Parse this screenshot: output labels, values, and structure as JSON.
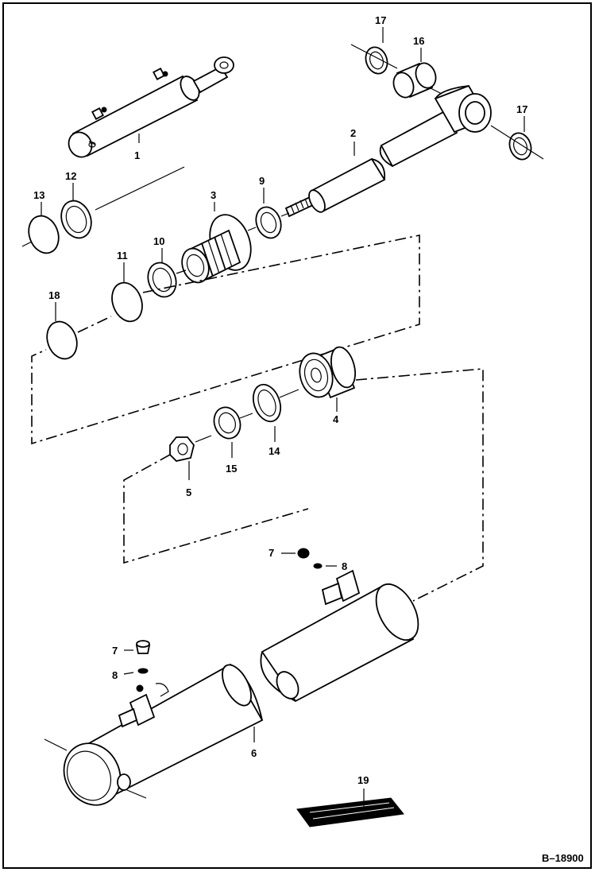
{
  "figure": {
    "reference": "B–18900",
    "part_labels": [
      {
        "id": "p1",
        "text": "1"
      },
      {
        "id": "p2",
        "text": "2"
      },
      {
        "id": "p3",
        "text": "3"
      },
      {
        "id": "p4",
        "text": "4"
      },
      {
        "id": "p5",
        "text": "5"
      },
      {
        "id": "p6",
        "text": "6"
      },
      {
        "id": "p7a",
        "text": "7"
      },
      {
        "id": "p7b",
        "text": "7"
      },
      {
        "id": "p8a",
        "text": "8"
      },
      {
        "id": "p8b",
        "text": "8"
      },
      {
        "id": "p9",
        "text": "9"
      },
      {
        "id": "p10",
        "text": "10"
      },
      {
        "id": "p11",
        "text": "11"
      },
      {
        "id": "p12",
        "text": "12"
      },
      {
        "id": "p13",
        "text": "13"
      },
      {
        "id": "p14",
        "text": "14"
      },
      {
        "id": "p15",
        "text": "15"
      },
      {
        "id": "p16",
        "text": "16"
      },
      {
        "id": "p17a",
        "text": "17"
      },
      {
        "id": "p17b",
        "text": "17"
      },
      {
        "id": "p18",
        "text": "18"
      },
      {
        "id": "p19",
        "text": "19"
      }
    ]
  }
}
